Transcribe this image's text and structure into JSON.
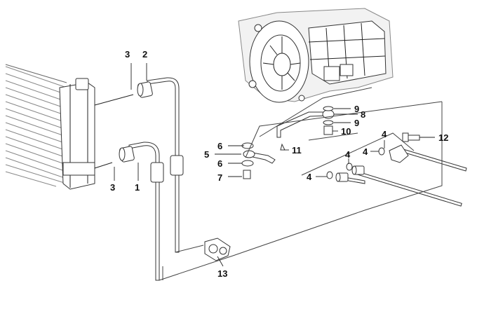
{
  "diagram": {
    "callouts": {
      "c1": "1",
      "c2": "2",
      "c3a": "3",
      "c3b": "3",
      "c4a": "4",
      "c4b": "4",
      "c4c": "4",
      "c4d": "4",
      "c5": "5",
      "c6a": "6",
      "c6b": "6",
      "c7": "7",
      "c8": "8",
      "c9a": "9",
      "c9b": "9",
      "c10": "10",
      "c11": "11",
      "c12": "12",
      "c13": "13"
    }
  }
}
